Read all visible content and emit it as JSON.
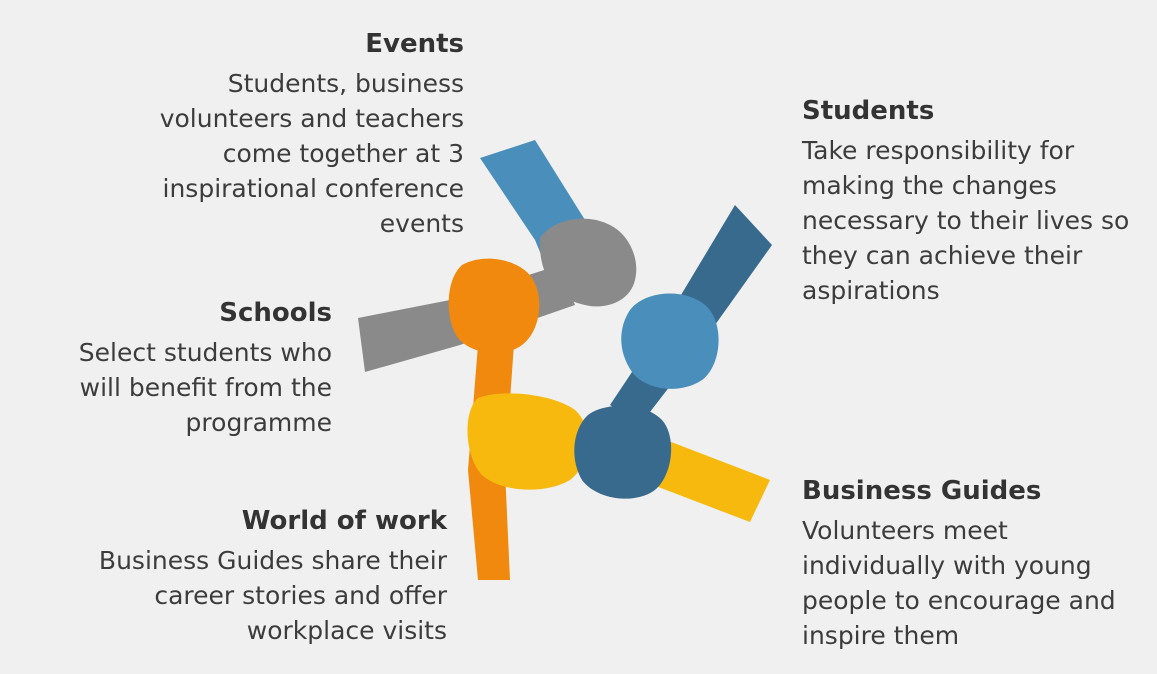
{
  "events": {
    "title": "Events",
    "lines": [
      "Students, business",
      "volunteers and teachers",
      "come together at 3",
      "inspirational conference",
      "events"
    ]
  },
  "schools": {
    "title": "Schools",
    "lines": [
      "Select students who",
      "will benefit from the",
      "programme"
    ]
  },
  "world_of_work": {
    "title": "World of work",
    "lines": [
      "Business Guides share their",
      "career stories and offer",
      "workplace visits"
    ]
  },
  "students": {
    "title": "Students",
    "lines": [
      "Take responsibility for",
      "making the changes",
      "necessary to their lives so",
      "they can achieve their",
      "aspirations"
    ]
  },
  "business_guides": {
    "title": "Business Guides",
    "lines": [
      "Volunteers meet",
      "individually with young",
      "people to encourage and",
      "inspire them"
    ]
  },
  "colors": {
    "background": "#f0f0f0",
    "gray_arm": "#8a8a8a",
    "light_blue_arm": "#4a8fbc",
    "dark_blue_arm": "#386a8e",
    "orange_arm": "#f0890e",
    "yellow_arm": "#f7b90e"
  }
}
